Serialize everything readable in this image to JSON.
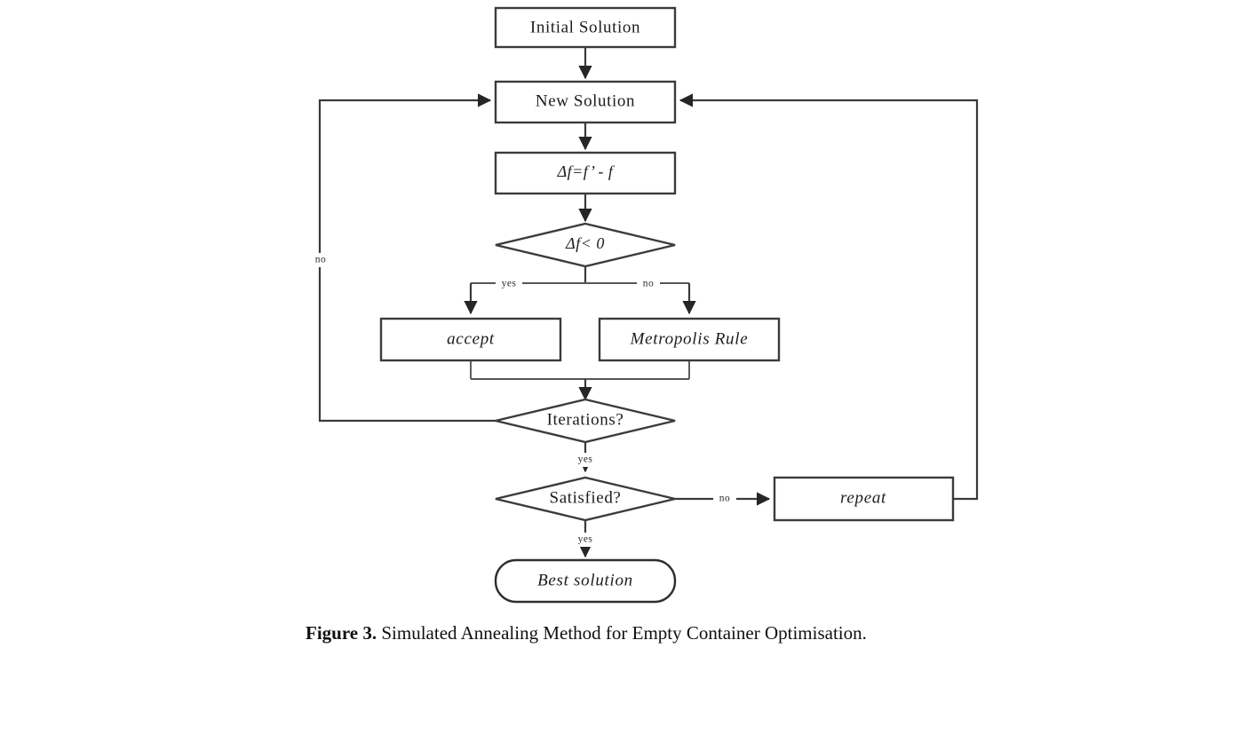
{
  "figure": {
    "caption_label": "Figure 3.",
    "caption_text": " Simulated Annealing Method for Empty Container Optimisation.",
    "background_color": "#ffffff",
    "line_color": "#3a3a3a",
    "text_color": "#1c1c1c"
  },
  "flowchart": {
    "type": "flowchart",
    "title": "Simulated Annealing Method for Empty Container Optimisation",
    "nodes": [
      {
        "id": "initial",
        "shape": "rect",
        "label": "Initial Solution",
        "style": "normal"
      },
      {
        "id": "new",
        "shape": "rect",
        "label": "New Solution",
        "style": "normal"
      },
      {
        "id": "delta",
        "shape": "rect",
        "label": "Δf=f’ - f",
        "style": "italic"
      },
      {
        "id": "decision1",
        "shape": "diamond",
        "label": "Δf< 0",
        "style": "italic"
      },
      {
        "id": "accept",
        "shape": "rect",
        "label": "accept",
        "style": "italic"
      },
      {
        "id": "metropolis",
        "shape": "rect",
        "label": "Metropolis Rule",
        "style": "italic"
      },
      {
        "id": "iterations",
        "shape": "diamond",
        "label": "Iterations?",
        "style": "normal"
      },
      {
        "id": "satisfied",
        "shape": "diamond",
        "label": "Satisfied?",
        "style": "normal"
      },
      {
        "id": "repeat",
        "shape": "rect",
        "label": "repeat",
        "style": "italic"
      },
      {
        "id": "best",
        "shape": "rounded",
        "label": "Best solution",
        "style": "italic"
      }
    ],
    "edges": [
      {
        "from": "initial",
        "to": "new",
        "label": ""
      },
      {
        "from": "new",
        "to": "delta",
        "label": ""
      },
      {
        "from": "delta",
        "to": "decision1",
        "label": ""
      },
      {
        "from": "decision1",
        "to": "accept",
        "label": "yes"
      },
      {
        "from": "decision1",
        "to": "metropolis",
        "label": "no"
      },
      {
        "from": "accept",
        "to": "iterations",
        "label": ""
      },
      {
        "from": "metropolis",
        "to": "iterations",
        "label": ""
      },
      {
        "from": "iterations",
        "to": "new",
        "label": "no"
      },
      {
        "from": "iterations",
        "to": "satisfied",
        "label": "yes"
      },
      {
        "from": "satisfied",
        "to": "repeat",
        "label": "no"
      },
      {
        "from": "satisfied",
        "to": "best",
        "label": "yes"
      },
      {
        "from": "repeat",
        "to": "new",
        "label": ""
      }
    ],
    "edge_labels": {
      "decision1_yes": "yes",
      "decision1_no": "no",
      "iterations_no": "no",
      "iterations_yes": "yes",
      "satisfied_no": "no",
      "satisfied_yes": "yes"
    }
  }
}
